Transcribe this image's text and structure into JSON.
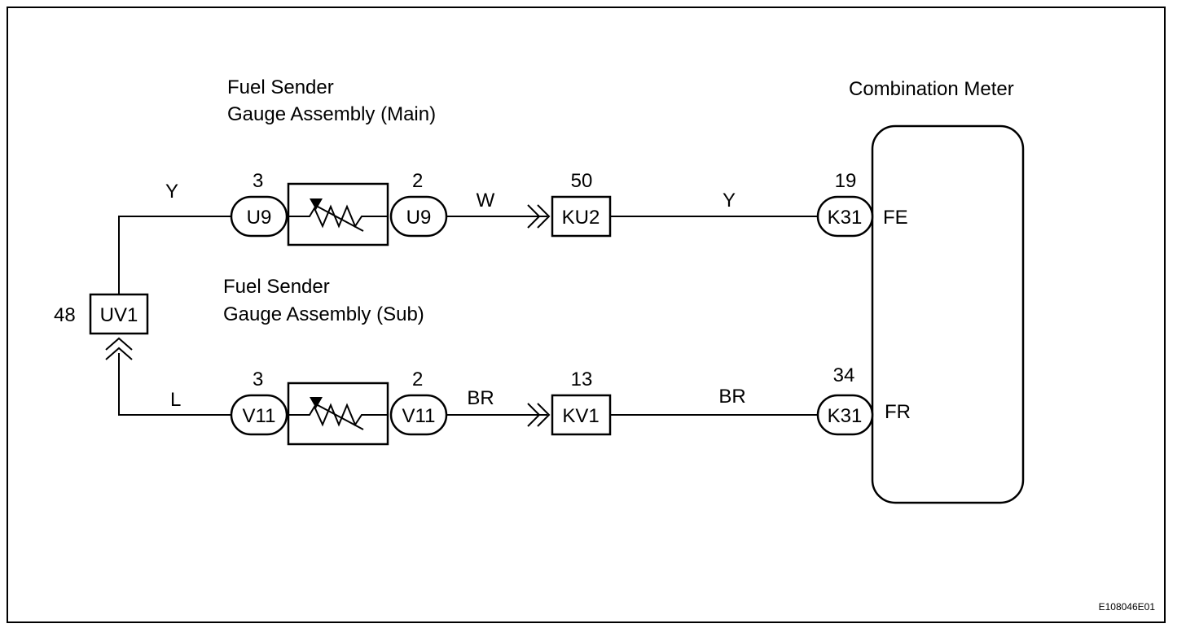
{
  "labels": {
    "main_gauge_line1": "Fuel Sender",
    "main_gauge_line2": "Gauge Assembly (Main)",
    "sub_gauge_line1": "Fuel Sender",
    "sub_gauge_line2": "Gauge Assembly (Sub)",
    "meter": "Combination Meter",
    "figure_code": "E108046E01"
  },
  "main_circuit": {
    "wire_left": "Y",
    "pin_in": "3",
    "conn_in": "U9",
    "pin_out": "2",
    "conn_out": "U9",
    "wire_mid": "W",
    "junction_pin": "50",
    "junction": "KU2",
    "wire_right": "Y",
    "meter_pin": "19",
    "meter_conn": "K31",
    "meter_terminal": "FE"
  },
  "sub_circuit": {
    "wire_left": "L",
    "pin_in": "3",
    "conn_in": "V11",
    "pin_out": "2",
    "conn_out": "V11",
    "wire_mid": "BR",
    "junction_pin": "13",
    "junction": "KV1",
    "wire_right": "BR",
    "meter_pin": "34",
    "meter_conn": "K31",
    "meter_terminal": "FR"
  },
  "shared_junction": {
    "pin": "48",
    "name": "UV1"
  },
  "icons": [
    "variable-resistor-icon",
    "connector-chevron-icon"
  ]
}
